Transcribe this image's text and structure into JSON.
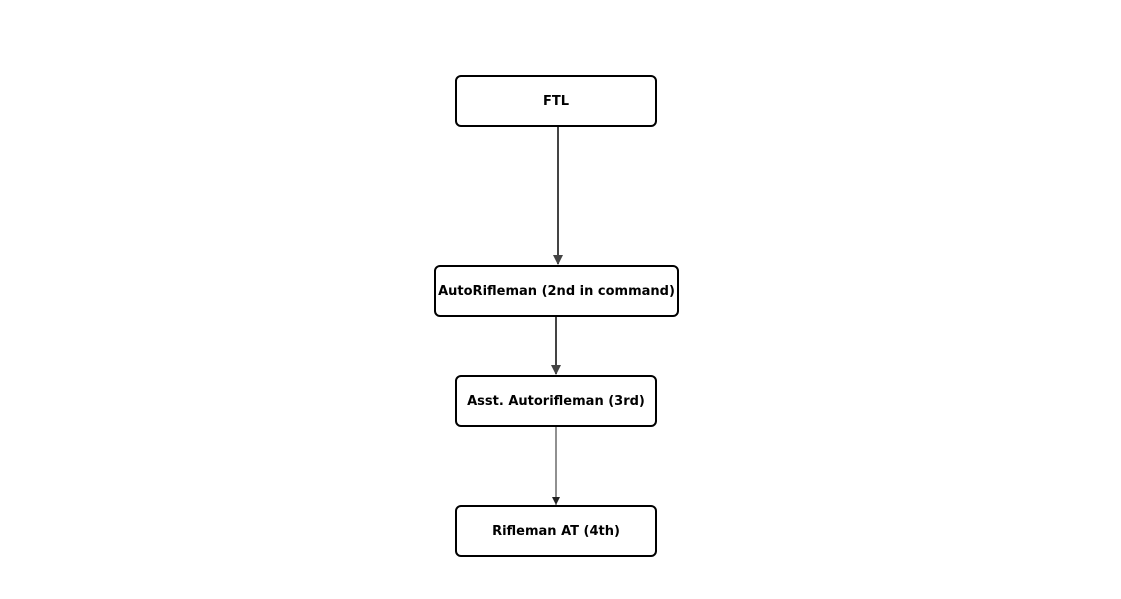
{
  "nodes": [
    {
      "id": "ftl",
      "label": "FTL"
    },
    {
      "id": "autorifleman",
      "label": "AutoRifleman (2nd in command)"
    },
    {
      "id": "asst-autorifleman",
      "label": "Asst. Autorifleman (3rd)"
    },
    {
      "id": "rifleman-at",
      "label": "Rifleman AT (4th)"
    }
  ],
  "edges": [
    {
      "from": "ftl",
      "to": "autorifleman"
    },
    {
      "from": "autorifleman",
      "to": "asst-autorifleman"
    },
    {
      "from": "asst-autorifleman",
      "to": "rifleman-at"
    }
  ],
  "colors": {
    "edge": "#444444",
    "node_border": "#000000",
    "background": "#ffffff"
  }
}
